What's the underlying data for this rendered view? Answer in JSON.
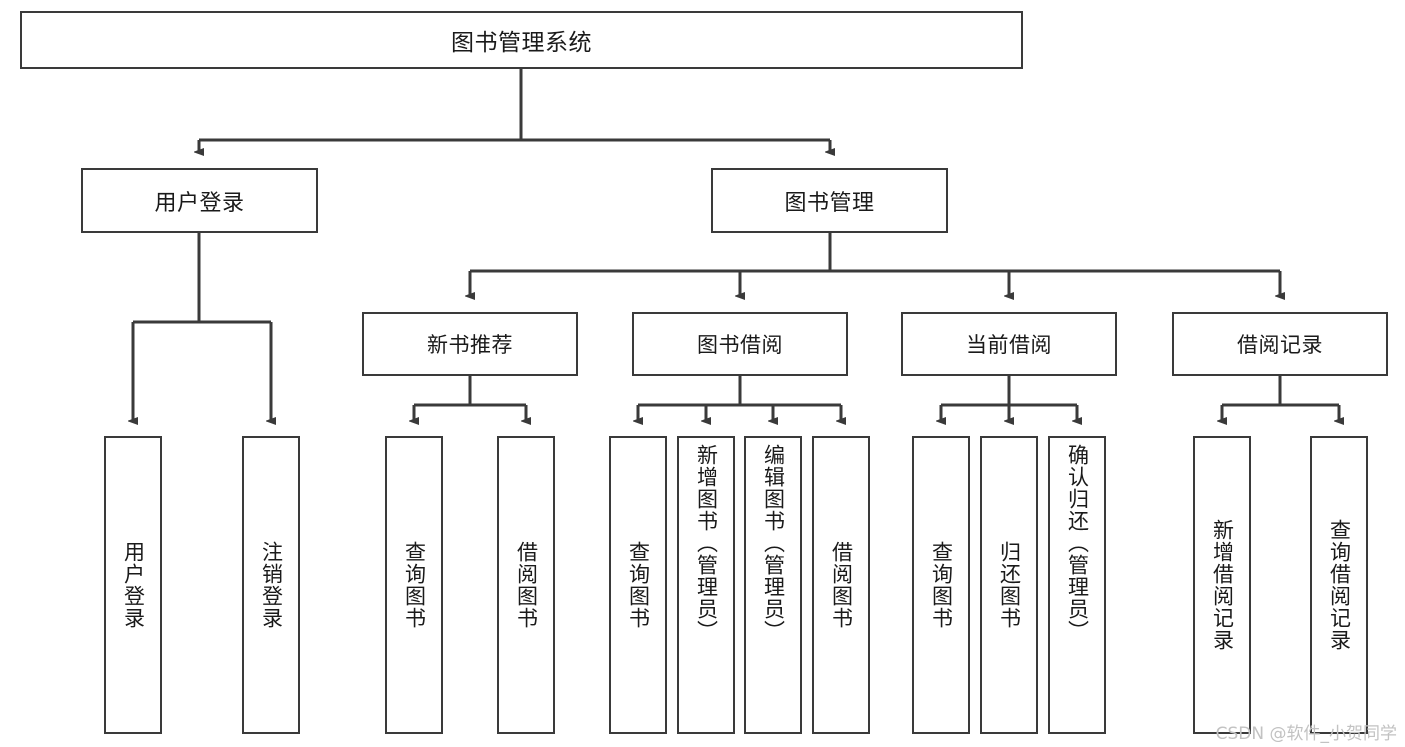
{
  "diagram": {
    "type": "tree",
    "title": "图书管理系统",
    "watermark": "CSDN @软件_小贺同学",
    "colors": {
      "stroke": "#3a3a3a",
      "fill": "#ffffff",
      "text": "#1a1a1a",
      "watermark": "#c2c2c2"
    },
    "root": {
      "label": "图书管理系统"
    },
    "level2": [
      {
        "label": "用户登录"
      },
      {
        "label": "图书管理"
      }
    ],
    "level3": [
      {
        "label": "新书推荐"
      },
      {
        "label": "图书借阅"
      },
      {
        "label": "当前借阅"
      },
      {
        "label": "借阅记录"
      }
    ],
    "leaves": {
      "user_login": [
        {
          "label": "用户登录"
        },
        {
          "label": "注销登录"
        }
      ],
      "new_book_recommend": [
        {
          "label": "查询图书"
        },
        {
          "label": "借阅图书"
        }
      ],
      "book_borrow": [
        {
          "label": "查询图书"
        },
        {
          "label": "新增图书（管理员）"
        },
        {
          "label": "编辑图书（管理员）"
        },
        {
          "label": "借阅图书"
        }
      ],
      "current_borrow": [
        {
          "label": "查询图书"
        },
        {
          "label": "归还图书"
        },
        {
          "label": "确认归还（管理员）"
        }
      ],
      "borrow_record": [
        {
          "label": "新增借阅记录"
        },
        {
          "label": "查询借阅记录"
        }
      ]
    }
  }
}
